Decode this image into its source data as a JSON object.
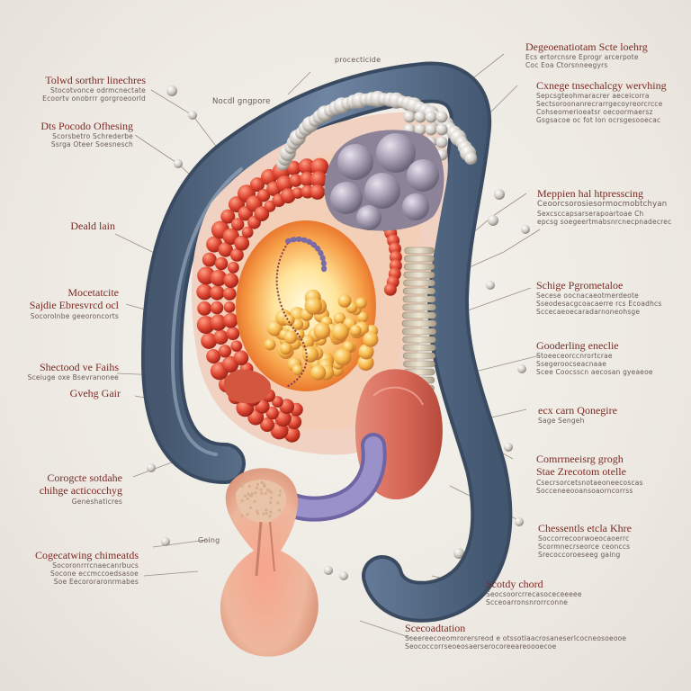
{
  "labels": {
    "top_center_a": "procecticide",
    "top_center_b": "Nocdl gngpore",
    "lt1_title": "Tolwd sorthrr linechres",
    "lt1_sub1": "Stocotvonce odrmcnectate",
    "lt1_sub2": "Ecoortv onobrrr gorgroeoorld",
    "lt2_title": "Dts Pocodo Ofhesing",
    "lt2_sub1": "Scorsbetro Schrederbe",
    "lt2_sub2": "Ssrga Oteer Soesnesch",
    "lt3_title": "Deald lain",
    "lt4_title": "Mocetatcite",
    "lt4_title2": "Sajdie Ebresvrcd  ocl",
    "lt4_sub1": "Socorolnbe geeoroncorts",
    "lt5_title": "Shectood ve Faihs",
    "lt5_sub1": "Sceiuge oxe Bsevranonee",
    "lt6_title": "Gvehg Gair",
    "lt7_title": "Corogcte sotdahe",
    "lt7_title2": "chihge acticocchyg",
    "lt7_sub1": "Geneshaticres",
    "lt8_title": "Cogecatwing chimeatds",
    "lt8_sub1": "Socoronrrrcnaecanrbucs",
    "lt8_sub2": "Socone eccmccoedsasoe",
    "lt8_sub3": "Soe Eecororaronrmabes",
    "center_small": "Going",
    "rt1_title": "Degeoenatiotam Scte loehrg",
    "rt1_sub1": "Ecs ertorcnsre Eprogr arcerpote",
    "rt1_sub2": "Coc Eoa Ctorsnneegyrs",
    "rt2_title": "Cxnege tnsechalcgy wervhing",
    "rt2_sub1": "Sepcsgteohmaracrer aeceicorra",
    "rt2_sub2": "Sectsoroonanrecrarrgecoyreorcrcce",
    "rt2_sub3": "Cohseomerioeatsr oecoormaersz",
    "rt2_sub4": "Gsgsacoe oc fot lon ocrsgesooecac",
    "rt3_title": "Meppien hal htpresscing",
    "rt3_title2": "Ceoorcsorosiesormocmobtchyan",
    "rt3_sub1": "Sexcsccapsarserapoartoae Ch",
    "rt3_sub2": "epcsg soegeertmabsnrcnecpnadecrec",
    "rt4_title": "Schige Pgrometaloe",
    "rt4_sub1": "Secese oocnacaeotmerdeote",
    "rt4_sub2": "Sseodesacgcoacaerre rcs Ecoadhcs",
    "rt4_sub3": "Sccecaeoecaradarnoneohsge",
    "rt5_title": "Gooderling eneclie",
    "rt5_sub1": "Stoeeceorccnrortcrae",
    "rt5_sub2": "Ssegeroocseacnaae",
    "rt5_sub3": "Scee Coocsscn aecosan gyeaeoe",
    "rt6_title": "ecx carn Qonegire",
    "rt6_sub1": "Sage Sengeh",
    "rt7_title": "Comrrneeisrg grogh",
    "rt7_title2": "Stae Zrecotom otelle",
    "rt7_sub1": "Csecrsorcetsnotaeoneecoscas",
    "rt7_sub2": "Socceneeooansoaorncorrss",
    "rt8_title": "Chessentls etcla Khre",
    "rt8_sub1": "Soccorrecoorwoeocaoerrc",
    "rt8_sub2": "Scormnecrseorce ceonccs",
    "rt8_sub3": "Srecoccoroeseeg gaing",
    "rt9_title": "Scotdy chord",
    "rt9_sub1": "Seocsoorcrrecasoceceeeee",
    "rt9_sub2": "Scceoarronsnrorrconne",
    "bt_title": "Scecoadtation",
    "bt_sub1": "Sceereecoeomrorersreod  e  otssotlaacrosaneserlcocneosoeooe",
    "bt_sub2": "Seococcorrseoeosaerserocoreeareoooecoe"
  }
}
